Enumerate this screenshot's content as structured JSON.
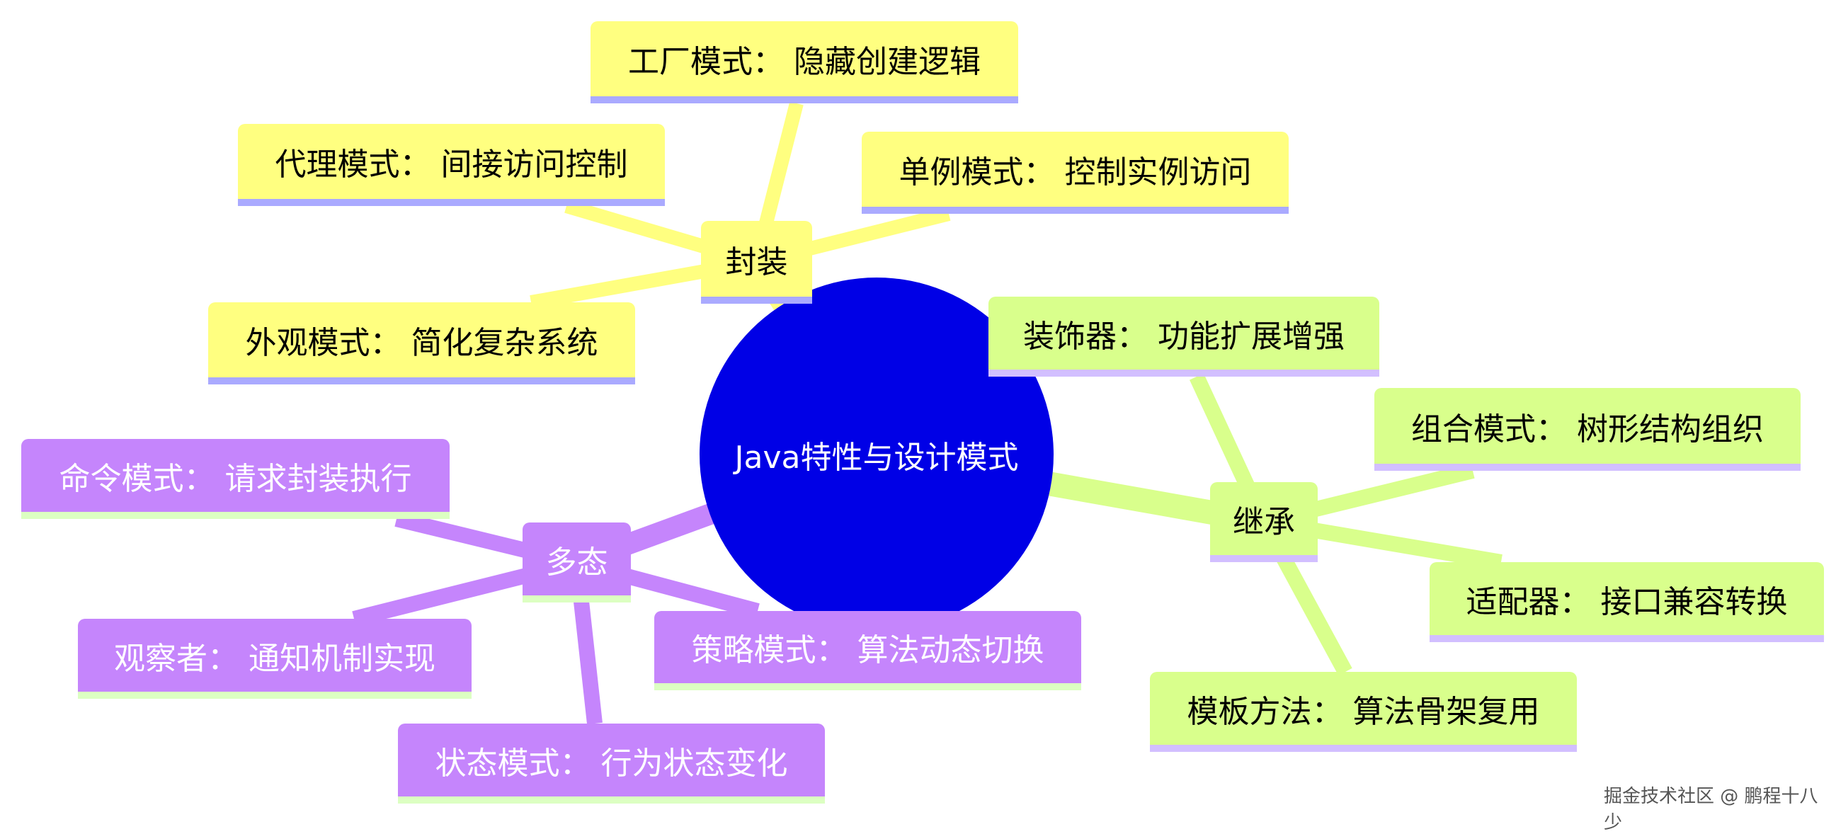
{
  "center": {
    "label": "Java特性与设计模式",
    "color": "#0000e6"
  },
  "branches": [
    {
      "label": "封装",
      "color": "#ffff80",
      "children": [
        {
          "label": "工厂模式： 隐藏创建逻辑"
        },
        {
          "label": "代理模式： 间接访问控制"
        },
        {
          "label": "单例模式： 控制实例访问"
        },
        {
          "label": "外观模式： 简化复杂系统"
        }
      ]
    },
    {
      "label": "继承",
      "color": "#d9ff8c",
      "children": [
        {
          "label": "装饰器： 功能扩展增强"
        },
        {
          "label": "组合模式： 树形结构组织"
        },
        {
          "label": "适配器： 接口兼容转换"
        },
        {
          "label": "模板方法： 算法骨架复用"
        }
      ]
    },
    {
      "label": "多态",
      "color": "#c585fc",
      "children": [
        {
          "label": "命令模式： 请求封装执行"
        },
        {
          "label": "观察者： 通知机制实现"
        },
        {
          "label": "策略模式： 算法动态切换"
        },
        {
          "label": "状态模式： 行为状态变化"
        }
      ]
    }
  ],
  "watermark": "掘金技术社区 @ 鹏程十八少"
}
